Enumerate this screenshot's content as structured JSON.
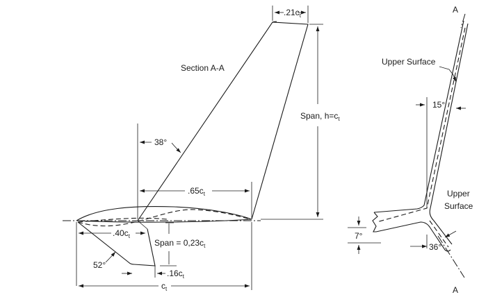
{
  "labels": {
    "section_title": "Section A-A",
    "tip_chord": ".21c",
    "span": "Span, h=c",
    "sweep_angle": "38°",
    "mid_chord": ".65c",
    "strake_chord": ".40c",
    "strake_span": "Span = 0,23c",
    "strake_angle": "52°",
    "strake_tip": ".16c",
    "root_chord": "c",
    "subscript": "t",
    "upper_surface_top": "Upper Surface",
    "angle_15": "15°",
    "upper_surface_bottom_1": "Upper",
    "upper_surface_bottom_2": "Surface",
    "angle_7": "7°",
    "angle_36": "36°",
    "section_a_top": "A",
    "section_a_bottom": "A"
  }
}
